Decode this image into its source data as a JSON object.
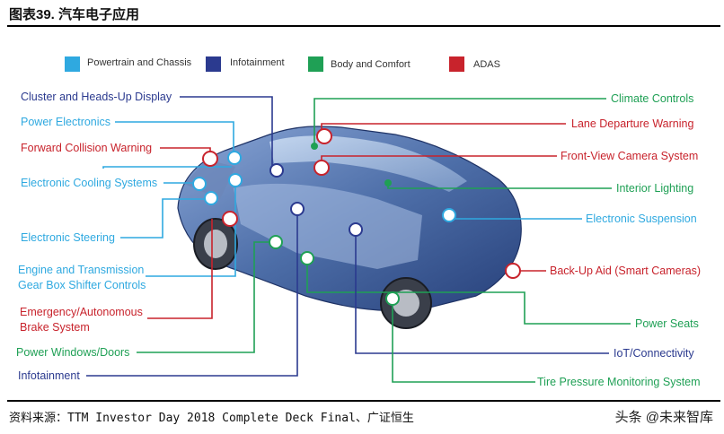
{
  "title": "图表39.  汽车电子应用",
  "source": "资料来源：TTM Investor Day 2018 Complete Deck Final、广证恒生",
  "watermark": "头条 @未来智库",
  "colors": {
    "powertrain": "#2fa9e0",
    "infotainment": "#2b3a8f",
    "body": "#1fa055",
    "adas": "#c8232c"
  },
  "legend": [
    {
      "label": "Powertrain and Chassis",
      "color": "#2fa9e0"
    },
    {
      "label": "Infotainment",
      "color": "#2b3a8f"
    },
    {
      "label": "Body and Comfort",
      "color": "#1fa055"
    },
    {
      "label": "ADAS",
      "color": "#c8232c"
    }
  ],
  "labels": {
    "cluster": "Cluster and Heads-Up Display",
    "power_electronics": "Power Electronics",
    "forward_collision": "Forward Collision Warning",
    "electronic_cooling": "Electronic Cooling  Systems",
    "electronic_steering": "Electronic Steering",
    "engine_transmission_1": "Engine and Transmission",
    "engine_transmission_2": "Gear Box Shifter Controls",
    "emergency_1": "Emergency/Autonomous",
    "emergency_2": "Brake System",
    "power_windows": "Power Windows/Doors",
    "infotainment": "Infotainment",
    "climate": "Climate Controls",
    "lane_departure": "Lane Departure Warning",
    "front_view": "Front-View Camera System",
    "interior_lighting": "Interior Lighting",
    "suspension": "Electronic  Suspension",
    "backup_aid": "Back-Up Aid (Smart Cameras)",
    "power_seats": "Power Seats",
    "iot": "IoT/Connectivity",
    "tire_pressure": "Tire Pressure Monitoring System"
  }
}
